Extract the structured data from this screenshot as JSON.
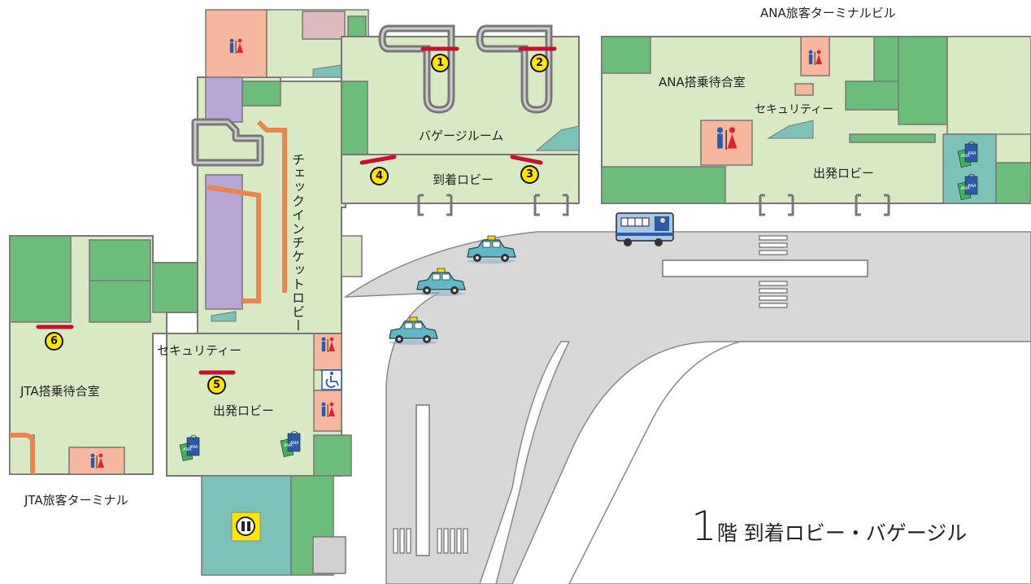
{
  "buildings": {
    "ana_terminal": "ANA旅客ターミナルビル",
    "jta_terminal": "JTA旅客ターミナル"
  },
  "areas": {
    "ana_waiting": "ANA搭乗待合室",
    "ana_security": "セキュリティー",
    "ana_departure": "出発ロビー",
    "baggage_room": "バゲージルーム",
    "arrival_lobby": "到着ロビー",
    "checkin_lobby": "チェックインチケットロビー",
    "jta_security": "セキュリティー",
    "jta_departure": "出発ロビー",
    "jta_waiting": "JTA搭乗待合室"
  },
  "markers": [
    "1",
    "2",
    "3",
    "4",
    "5",
    "6"
  ],
  "floor": {
    "number": "1",
    "title": "階 到着ロビー・バゲージル"
  },
  "icons": [
    "restroom-icon",
    "accessible-restroom-icon",
    "shop-icon",
    "taxi-icon",
    "bus-icon",
    "info-icon"
  ],
  "colors": {
    "floor": "#d8e9c4",
    "room_dark": "#6cbd7a",
    "restroom_bg": "#f7b79e",
    "marker": "#ffe600",
    "exit_bar": "#c8102e",
    "road": "#d8d8d8",
    "taxi": "#5fb7c8"
  }
}
